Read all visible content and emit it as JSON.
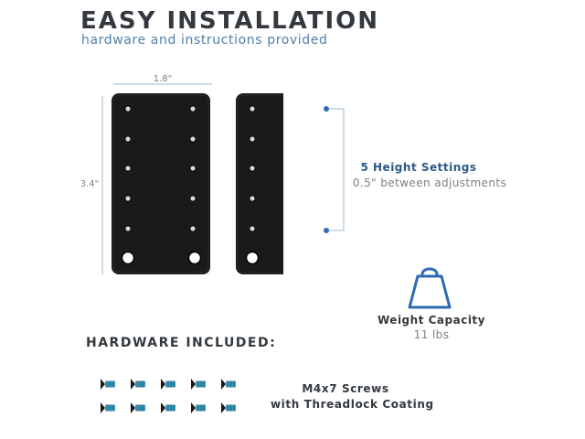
{
  "header": {
    "title": "EASY INSTALLATION",
    "subtitle": "hardware and instructions provided"
  },
  "dimensions": {
    "width_label": "1.8\"",
    "height_label": "3.4\""
  },
  "height_settings": {
    "title": "5 Height Settings",
    "subtitle": "0.5\" between adjustments"
  },
  "weight": {
    "icon": "weight-bag-icon",
    "title": "Weight Capacity",
    "value": "11 lbs"
  },
  "hardware": {
    "title": "HARDWARE INCLUDED:",
    "item_line1": "M4x7 Screws",
    "item_line2": "with Threadlock Coating",
    "screw_icon": "screw-icon"
  },
  "colors": {
    "accent_blue": "#2e6bb0",
    "plate_black": "#1a1a1c",
    "heading_dark": "#33393f",
    "screw_teal": "#3a93b8"
  }
}
